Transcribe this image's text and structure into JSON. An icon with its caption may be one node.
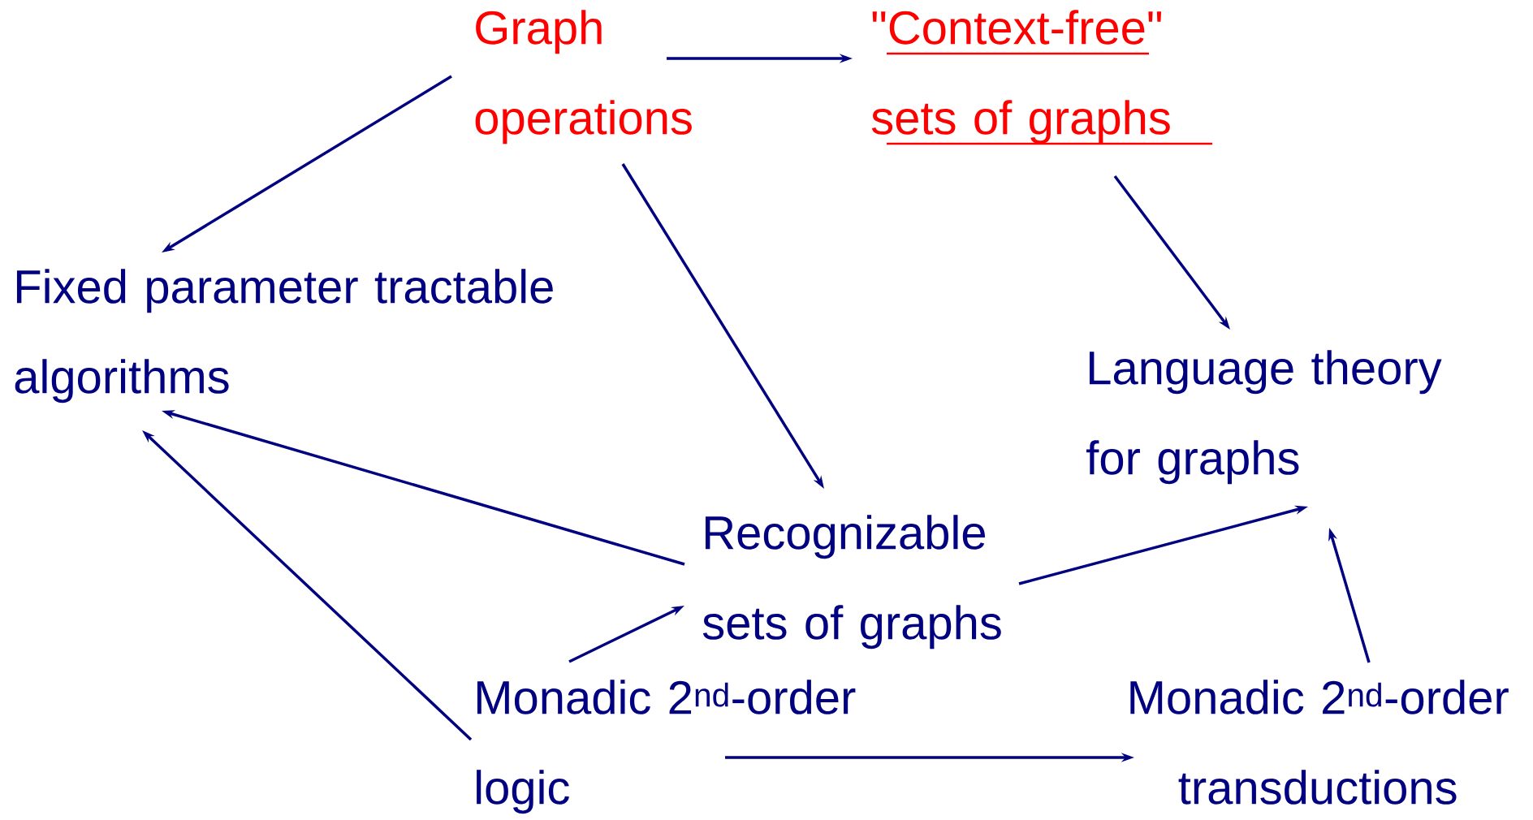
{
  "diagram": {
    "nodes": [
      {
        "text": [
          "Graph operations"
        ]
      },
      {
        "text": [
          "\"Context-free\" sets of graphs"
        ]
      },
      {
        "text": [
          "Fixed parameter tractable algorithms"
        ]
      },
      {
        "text": [
          "Language theory for graphs"
        ]
      },
      {
        "text": [
          "Recognizable sets of graphs"
        ]
      },
      {
        "text": [
          "Monadic 2$^{nd}$-order logic"
        ]
      },
      {
        "text": [
          "Monadic 2$^{nd}$-order transductions"
        ]
      }
    ],
    "edges": [
      {
        "from": 0,
        "to": 2,
        "arrow": "to"
      },
      {
        "from": 0,
        "to": 1,
        "arrow": "to"
      },
      {
        "from": 0,
        "to": 4,
        "arrow": "to"
      },
      {
        "from": 1,
        "to": 3,
        "arrow": "to"
      },
      {
        "from": 4,
        "to": 2,
        "arrow": "to"
      },
      {
        "from": 5,
        "to": 2,
        "arrow": "to"
      },
      {
        "from": 5,
        "to": 4,
        "arrow": "to"
      },
      {
        "from": 4,
        "to": 3,
        "arrow": "to"
      },
      {
        "from": 6,
        "to": 3,
        "arrow": "to"
      },
      {
        "from": 5,
        "to": 6,
        "arrow": "to"
      }
    ]
  }
}
